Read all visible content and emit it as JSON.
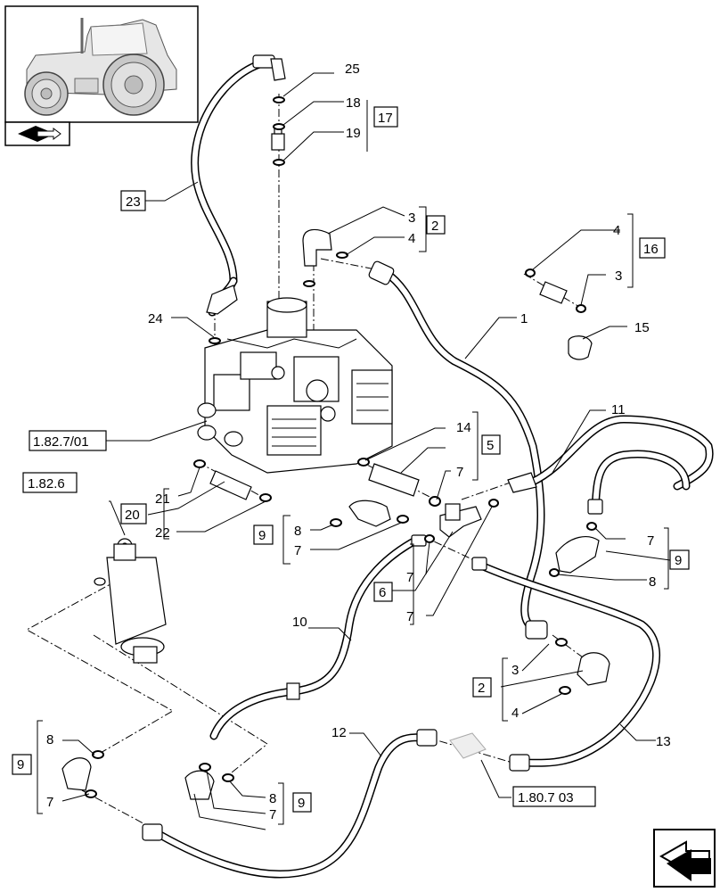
{
  "labels": {
    "n25": "25",
    "n18": "18",
    "n17": "17",
    "n19": "19",
    "n23": "23",
    "n3a": "3",
    "n2a": "2",
    "n4a": "4",
    "n4b": "4",
    "n16": "16",
    "n3b": "3",
    "n15": "15",
    "n24": "24",
    "n1": "1",
    "n11": "11",
    "ref_1827": "1.82.7/01",
    "n14": "14",
    "n5": "5",
    "n7a": "7",
    "ref_1826": "1.82.6",
    "n21": "21",
    "n20": "20",
    "n22": "22",
    "n9a": "9",
    "n8a": "8",
    "n7b": "7",
    "n7c": "7",
    "n9b": "9",
    "n8b": "8",
    "n6": "6",
    "n7d": "7",
    "n7e": "7",
    "n10": "10",
    "n3c": "3",
    "n2b": "2",
    "n4c": "4",
    "n12": "12",
    "n13": "13",
    "n8c": "8",
    "n9c": "9",
    "n7f": "7",
    "n8d": "8",
    "n7g": "7",
    "n9d": "9",
    "ref_1807": "1.80.7 03"
  },
  "icons": [
    "tractor-thumbnail-icon",
    "section-book-icon",
    "next-page-arrow-icon"
  ]
}
